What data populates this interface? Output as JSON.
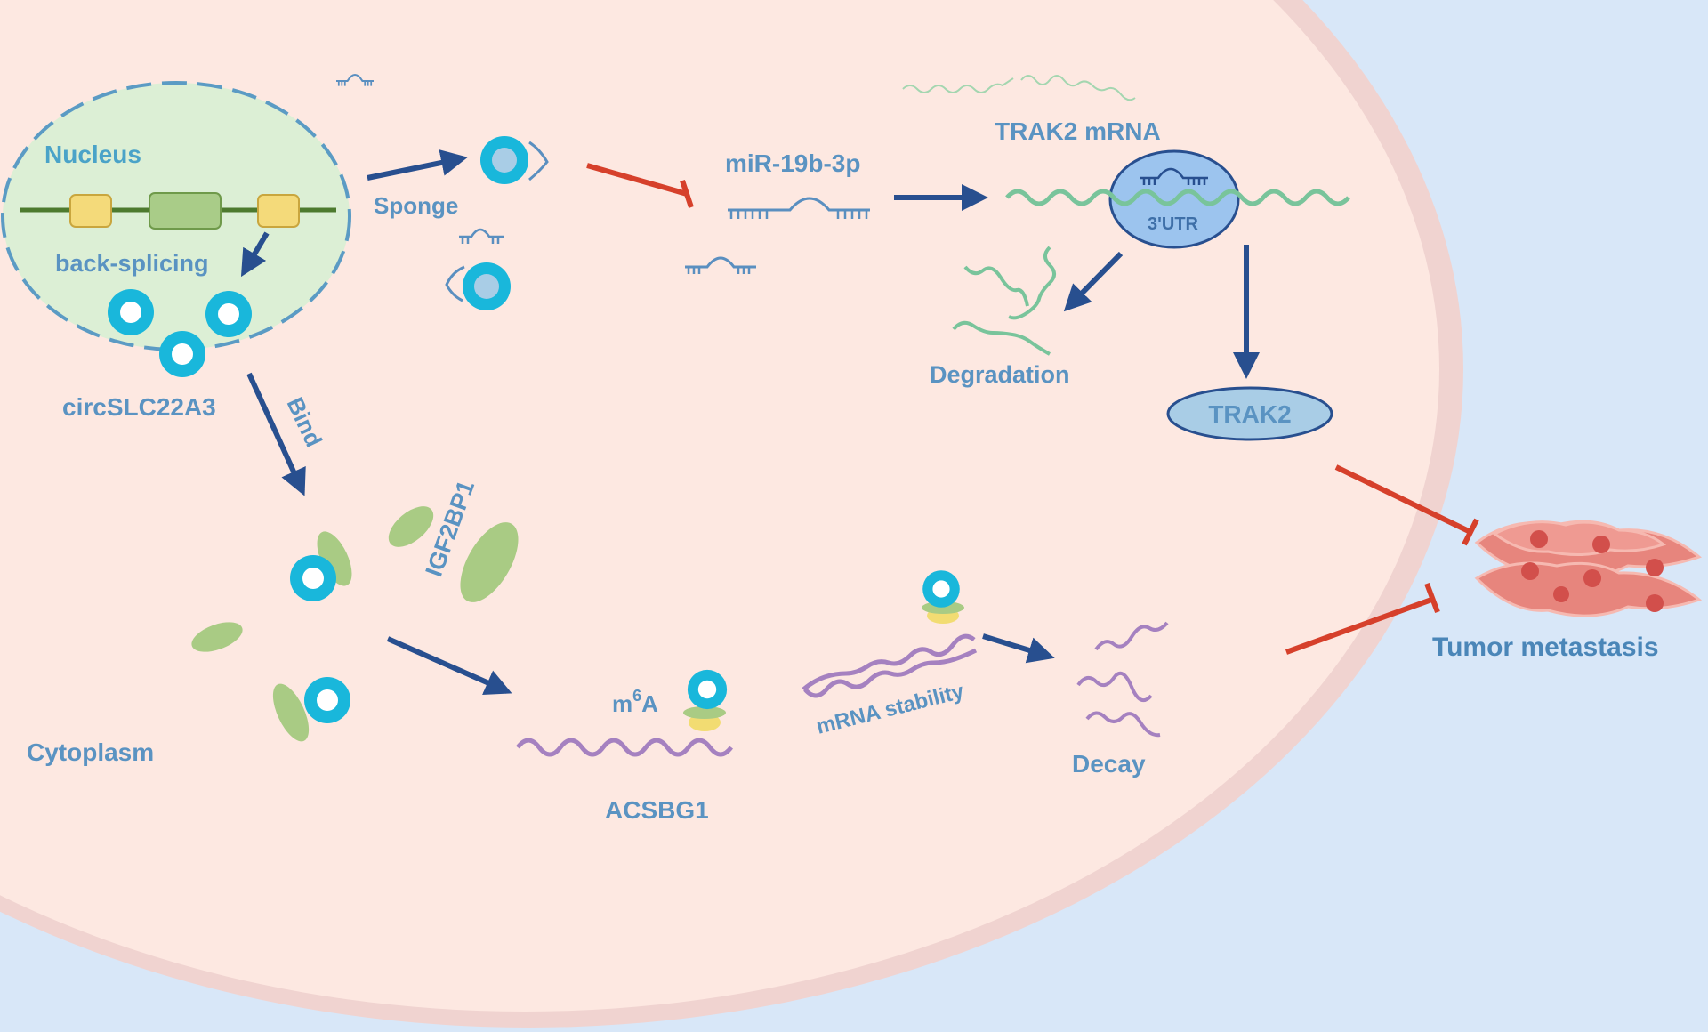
{
  "labels": {
    "nucleus": "Nucleus",
    "back_splicing": "back-splicing",
    "circrna": "circSLC22A3",
    "sponge": "Sponge",
    "mirna": "miR-19b-3p",
    "trak2_mrna": "TRAK2 mRNA",
    "utr": "3'UTR",
    "degradation": "Degradation",
    "trak2": "TRAK2",
    "bind": "Bind",
    "igf2bp1": "IGF2BP1",
    "cytoplasm": "Cytoplasm",
    "m6a_base": "m",
    "m6a_sup": "6",
    "m6a_tail": "A",
    "acsbg1": "ACSBG1",
    "mrna_stability": "mRNA stability",
    "decay": "Decay",
    "tumor_metastasis": "Tumor metastasis"
  },
  "colors": {
    "background": "#d8e7f8",
    "cell_fill": "#fde8e1",
    "cell_membrane": "#efd2cf",
    "nucleus_fill": "#dcefd5",
    "nucleus_border": "#5b9bc4",
    "activation_arrow": "#284f8f",
    "inhibition_arrow": "#d6402b",
    "circrna": "#19b7db",
    "protein": "#a9cb84",
    "trak2_mrna": "#79c49b",
    "acsbg1_mrna": "#a581c0",
    "tumor_cell": "#e7857d"
  },
  "icons": [
    "circrna-icon",
    "mirna-icon",
    "igf2bp1-protein-icon",
    "tumor-cells-icon",
    "mrna-wave-icon"
  ]
}
